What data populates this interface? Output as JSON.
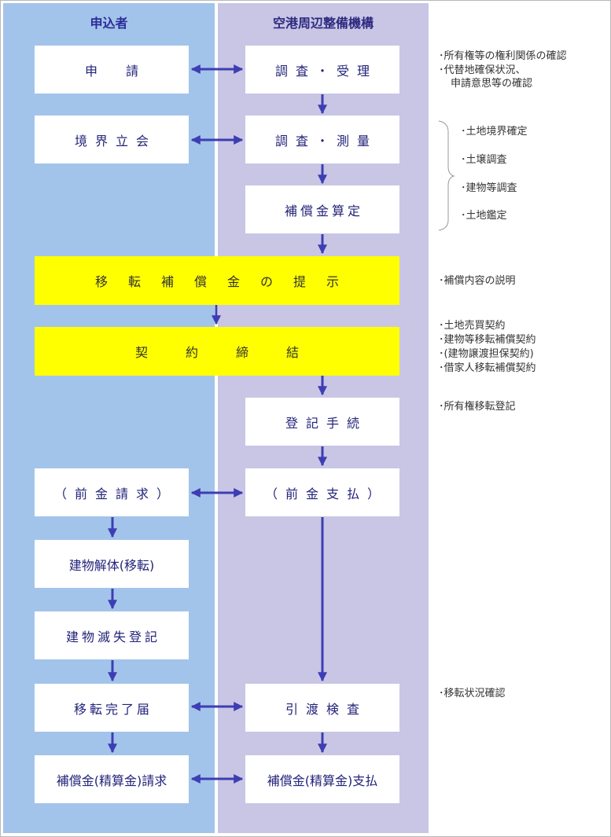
{
  "columns": {
    "applicant": "申込者",
    "authority": "空港周辺整備機構"
  },
  "boxes": {
    "apply": "申　請",
    "boundary": "境界立会",
    "receipt": "調査・受理",
    "survey": "調査・測量",
    "calc": "補償金算定",
    "offer": "移転補償金の提示",
    "contract": "契約締結",
    "registration": "登記手続",
    "advance_request": "（前金請求）",
    "advance_payment": "（前金支払）",
    "demolition": "建物解体(移転)",
    "loss_registration": "建物滅失登記",
    "completion_notice": "移転完了届",
    "handover": "引渡検査",
    "final_request": "補償金(精算金)請求",
    "final_payment": "補償金(精算金)支払"
  },
  "notes": {
    "receipt_1": "･所有権等の権利関係の確認",
    "receipt_2": "･代替地確保状況、",
    "receipt_3": "申請意思等の確認",
    "survey_1": "･土地境界確定",
    "survey_2": "･土壌調査",
    "survey_3": "･建物等調査",
    "survey_4": "･土地鑑定",
    "offer_1": "･補償内容の説明",
    "contract_1": "･土地売買契約",
    "contract_2": "･建物等移転補償契約",
    "contract_3": "･(建物譲渡担保契約)",
    "contract_4": "･借家人移転補償契約",
    "registration_1": "･所有権移転登記",
    "handover_1": "･移転状況確認"
  },
  "colors": {
    "left_column": "#a3c4ea",
    "right_column": "#c8c6e4",
    "highlight": "#ffff00",
    "arrow": "#3d3db4",
    "text": "#23237a"
  }
}
